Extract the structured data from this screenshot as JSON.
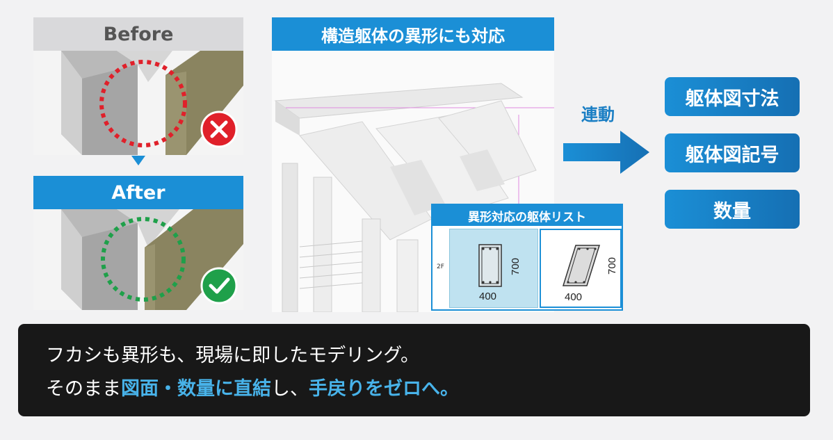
{
  "before": {
    "label": "Before",
    "status_icon": "cross-icon"
  },
  "after": {
    "label": "After",
    "status_icon": "check-icon"
  },
  "center": {
    "title": "構造躯体の異形にも対応"
  },
  "inset": {
    "title": "異形対応の躯体リスト",
    "floor": "2F",
    "section_a": {
      "width": "400",
      "height": "700"
    },
    "section_b": {
      "width": "400",
      "height": "700"
    }
  },
  "link": {
    "label": "連動"
  },
  "outputs": [
    "躯体図寸法",
    "躯体図記号",
    "数量"
  ],
  "caption": {
    "line1": "フカシも異形も、現場に即したモデリング。",
    "line2_pre": "そのまま",
    "line2_hl1": "図面・数量に直結",
    "line2_mid": "し、",
    "line2_hl2": "手戻りをゼロへ。"
  },
  "colors": {
    "accent": "#1b8fd6",
    "bad": "#e0202a",
    "good": "#1fa04a",
    "beam": "#8a8460"
  }
}
